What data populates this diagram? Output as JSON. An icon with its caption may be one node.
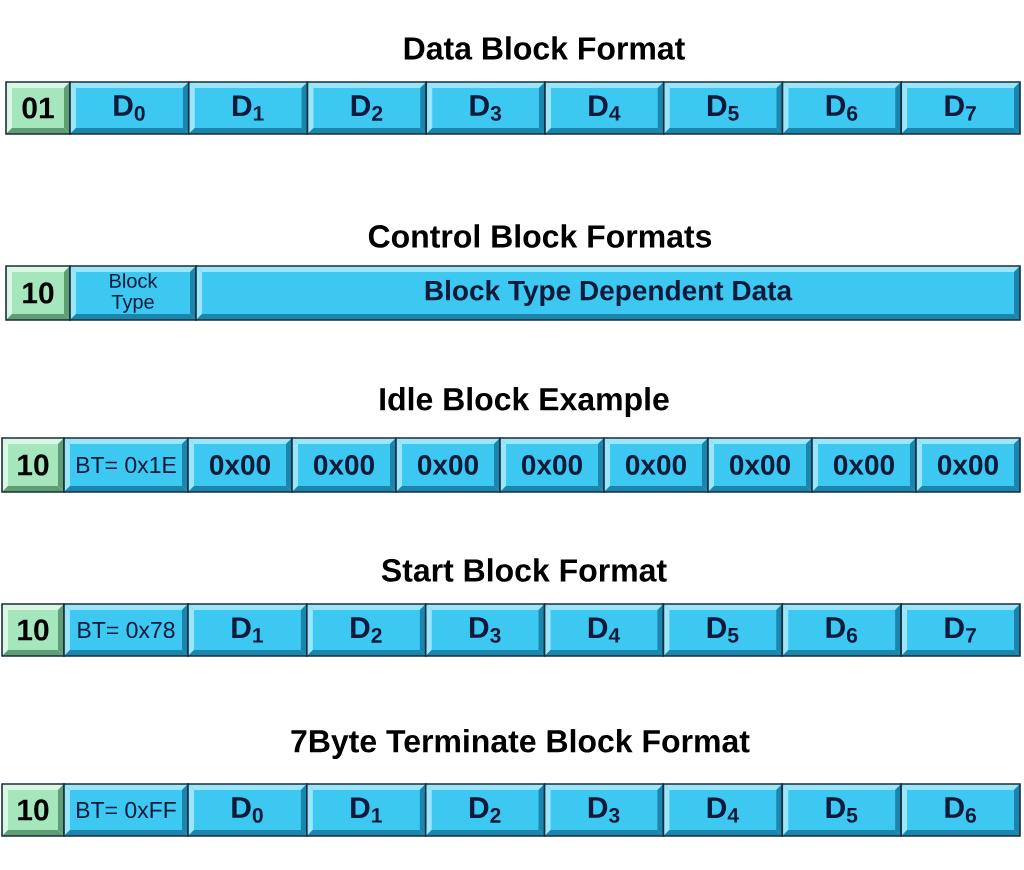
{
  "diagram": {
    "nodes": [
      {
        "text": [
          "01"
        ]
      },
      {
        "text": [
          "D$_{0}$"
        ]
      },
      {
        "text": [
          "D$_{1}$"
        ]
      },
      {
        "text": [
          "D$_{2}$"
        ]
      },
      {
        "text": [
          "D$_{3}$"
        ]
      },
      {
        "text": [
          "D$_{4}$"
        ]
      },
      {
        "text": [
          "D$_{5}$"
        ]
      },
      {
        "text": [
          "D$_{6}$"
        ]
      },
      {
        "text": [
          "D$_{7}$"
        ]
      },
      {
        "text": [
          "10"
        ]
      },
      {
        "text": [
          "Block Type"
        ]
      },
      {
        "text": [
          "Block Type Dependent Data"
        ]
      },
      {
        "text": [
          "10"
        ]
      },
      {
        "text": [
          "BT= 0x1E"
        ]
      },
      {
        "text": [
          "0x00"
        ]
      },
      {
        "text": [
          "0x00"
        ]
      },
      {
        "text": [
          "0x00"
        ]
      },
      {
        "text": [
          "0x00"
        ]
      },
      {
        "text": [
          "0x00"
        ]
      },
      {
        "text": [
          "0x00"
        ]
      },
      {
        "text": [
          "0x00"
        ]
      },
      {
        "text": [
          "0x00"
        ]
      },
      {
        "text": [
          "10"
        ]
      },
      {
        "text": [
          "BT= 0x78"
        ]
      },
      {
        "text": [
          "D$_{1}$"
        ]
      },
      {
        "text": [
          "D$_{2}$"
        ]
      },
      {
        "text": [
          "D$_{3}$"
        ]
      },
      {
        "text": [
          "D$_{4}$"
        ]
      },
      {
        "text": [
          "D$_{5}$"
        ]
      },
      {
        "text": [
          "D$_{6}$"
        ]
      },
      {
        "text": [
          "D$_{7}$"
        ]
      },
      {
        "text": [
          "10"
        ]
      },
      {
        "text": [
          "BT= 0xFF"
        ]
      },
      {
        "text": [
          "D$_{0}$"
        ]
      },
      {
        "text": [
          "D$_{1}$"
        ]
      },
      {
        "text": [
          "D$_{2}$"
        ]
      },
      {
        "text": [
          "D$_{3}$"
        ]
      },
      {
        "text": [
          "D$_{4}$"
        ]
      },
      {
        "text": [
          "D$_{5}$"
        ]
      },
      {
        "text": [
          "D$_{6}$"
        ]
      }
    ],
    "labels": [
      "Data Block Format",
      "Control Block Formats",
      "Idle Block Example",
      "Start Block Format",
      "7Byte Terminate Block Format"
    ]
  }
}
